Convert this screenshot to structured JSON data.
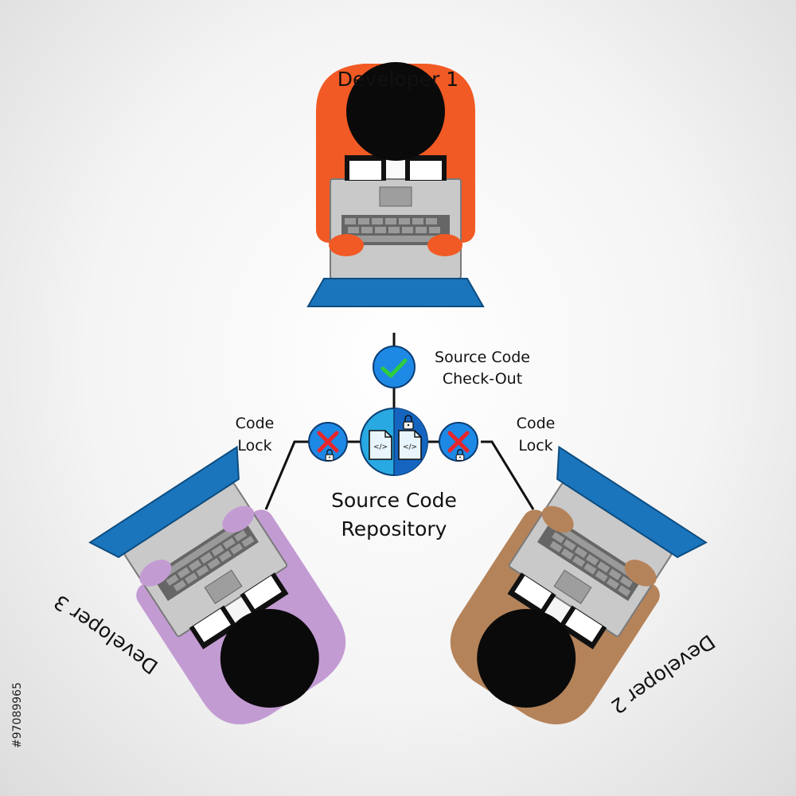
{
  "developers": {
    "dev1": {
      "label": "Developer  1",
      "shirt_color": "#f15a24"
    },
    "dev2": {
      "label": "Developer  2",
      "shirt_color": "#b5835a"
    },
    "dev3": {
      "label": "Developer  3",
      "shirt_color": "#c39bd3"
    }
  },
  "repository": {
    "label_line1": "Source Code",
    "label_line2": "Repository"
  },
  "checkout": {
    "label_line1": "Source Code",
    "label_line2": "Check-Out",
    "status_icon": "checkmark-icon"
  },
  "lock_left": {
    "label_line1": "Code",
    "label_line2": "Lock",
    "status_icon": "x-mark-icon"
  },
  "lock_right": {
    "label_line1": "Code",
    "label_line2": "Lock",
    "status_icon": "x-mark-icon"
  },
  "code_file_text": "</>",
  "watermark_id": "#97089965",
  "colors": {
    "connector": "#111111",
    "badge_fill": "#1e88e5",
    "repo_light": "#29a9e1",
    "repo_dark": "#1565c0",
    "check": "#2ecc40",
    "cross": "#e8262a",
    "laptop_screen": "#1b75bc",
    "laptop_body": "#c9c9c9"
  }
}
